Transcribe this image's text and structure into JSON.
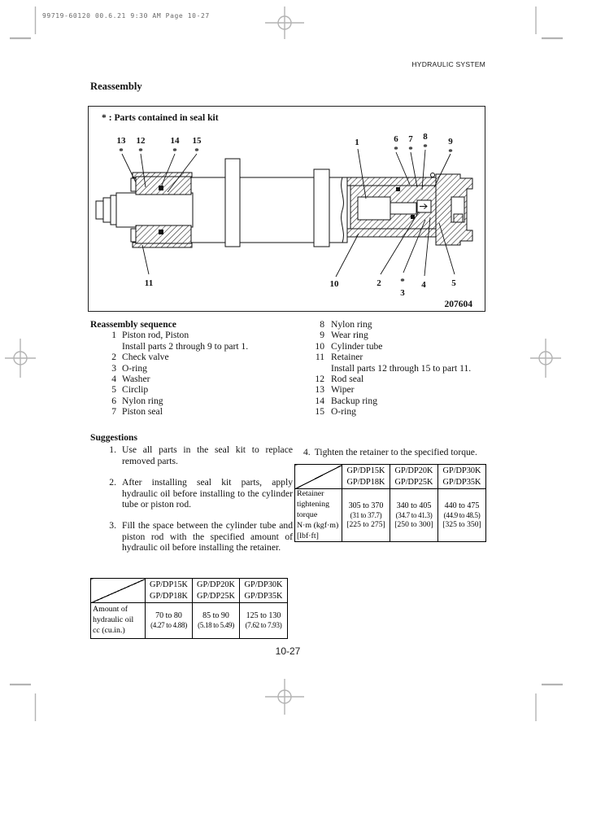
{
  "proof_header": "99719-60120  00.6.21  9:30 AM  Page 10-27",
  "header": {
    "section": "HYDRAULIC SYSTEM"
  },
  "title": "Reassembly",
  "page_number": "10-27",
  "figure": {
    "caption": "* : Parts contained in seal kit",
    "number": "207604",
    "asterisk": "*",
    "labels": [
      "13",
      "12",
      "14",
      "15",
      "1",
      "6",
      "7",
      "8",
      "9",
      "11",
      "10",
      "2",
      "3",
      "4",
      "5"
    ]
  },
  "sequence": {
    "heading": "Reassembly sequence",
    "left": [
      {
        "n": "1",
        "t": "Piston rod, Piston"
      },
      {
        "n": "",
        "t": "Install parts 2 through 9 to part 1."
      },
      {
        "n": "2",
        "t": "Check valve"
      },
      {
        "n": "3",
        "t": "O-ring"
      },
      {
        "n": "4",
        "t": "Washer"
      },
      {
        "n": "5",
        "t": "Circlip"
      },
      {
        "n": "6",
        "t": "Nylon ring"
      },
      {
        "n": "7",
        "t": "Piston seal"
      }
    ],
    "right": [
      {
        "n": "8",
        "t": "Nylon ring"
      },
      {
        "n": "9",
        "t": "Wear ring"
      },
      {
        "n": "10",
        "t": "Cylinder tube"
      },
      {
        "n": "11",
        "t": "Retainer"
      },
      {
        "n": "",
        "t": "Install parts 12 through 15 to part 11."
      },
      {
        "n": "12",
        "t": "Rod seal"
      },
      {
        "n": "13",
        "t": "Wiper"
      },
      {
        "n": "14",
        "t": "Backup ring"
      },
      {
        "n": "15",
        "t": "O-ring"
      }
    ]
  },
  "suggestions": {
    "heading": "Suggestions",
    "items": [
      {
        "n": "1.",
        "t": "Use all parts in the seal kit to replace removed parts."
      },
      {
        "n": "2.",
        "t": "After installing seal kit parts, apply hydraulic oil before installing to the cylinder tube or piston rod."
      },
      {
        "n": "3.",
        "t": "Fill the space between the cylinder tube and piston rod with the specified amount of hydraulic oil before installing the retainer."
      },
      {
        "n": "4.",
        "t": "Tighten the retainer to the specified torque."
      }
    ]
  },
  "torque_table": {
    "headers": [
      [
        "GP/DP15K",
        "GP/DP18K"
      ],
      [
        "GP/DP20K",
        "GP/DP25K"
      ],
      [
        "GP/DP30K",
        "GP/DP35K"
      ]
    ],
    "label_lines": [
      "Retainer",
      "tightening",
      "torque",
      "N·m (kgf·m)",
      "[lbf·ft]"
    ],
    "cells": [
      [
        "305 to 370",
        "(31 to 37.7)",
        "[225 to 275]"
      ],
      [
        "340 to 405",
        "(34.7 to 41.3)",
        "[250 to 300]"
      ],
      [
        "440 to 475",
        "(44.9 to 48.5)",
        "[325 to 350]"
      ]
    ]
  },
  "oil_table": {
    "headers": [
      [
        "GP/DP15K",
        "GP/DP18K"
      ],
      [
        "GP/DP20K",
        "GP/DP25K"
      ],
      [
        "GP/DP30K",
        "GP/DP35K"
      ]
    ],
    "label_lines": [
      "Amount of",
      "hydraulic oil",
      "cc (cu.in.)"
    ],
    "cells": [
      [
        "70 to 80",
        "(4.27 to 4.88)"
      ],
      [
        "85 to 90",
        "(5.18 to 5.49)"
      ],
      [
        "125 to 130",
        "(7.62 to 7.93)"
      ]
    ]
  }
}
